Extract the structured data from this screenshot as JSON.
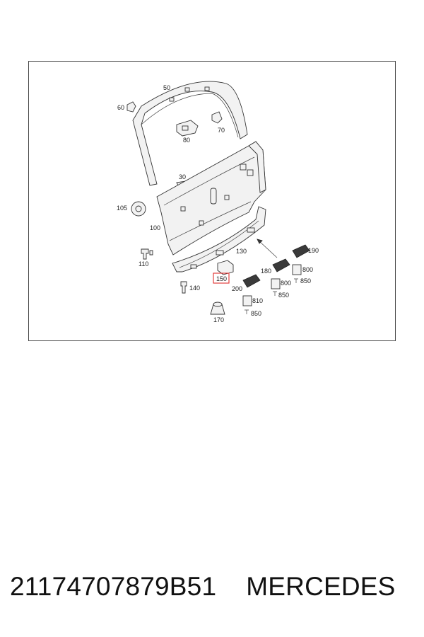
{
  "diagram": {
    "callouts": {
      "c50": "50",
      "c60": "60",
      "c70": "70",
      "c80": "80",
      "c30": "30",
      "c105": "105",
      "c100": "100",
      "c110": "110",
      "c130": "130",
      "c140": "140",
      "c150": "150",
      "c170": "170",
      "c180": "180",
      "c190": "190",
      "c200": "200",
      "c800a": "800",
      "c800b": "800",
      "c810": "810",
      "c850a": "850",
      "c850b": "850",
      "c850c": "850"
    },
    "highlight_color": "#e0302e"
  },
  "footer": {
    "part_number": "21174707879B51",
    "brand": "MERCEDES"
  }
}
